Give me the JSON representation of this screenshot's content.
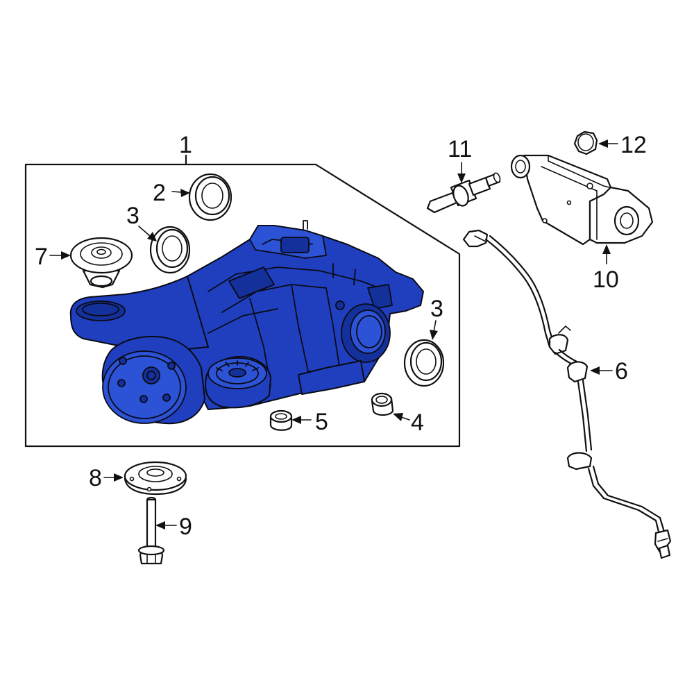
{
  "diagram": {
    "callouts": {
      "c1": "1",
      "c2": "2",
      "c3a": "3",
      "c3b": "3",
      "c4": "4",
      "c5": "5",
      "c6": "6",
      "c7": "7",
      "c8": "8",
      "c9": "9",
      "c10": "10",
      "c11": "11",
      "c12": "12"
    },
    "highlight_color": "#1f3fbf"
  }
}
